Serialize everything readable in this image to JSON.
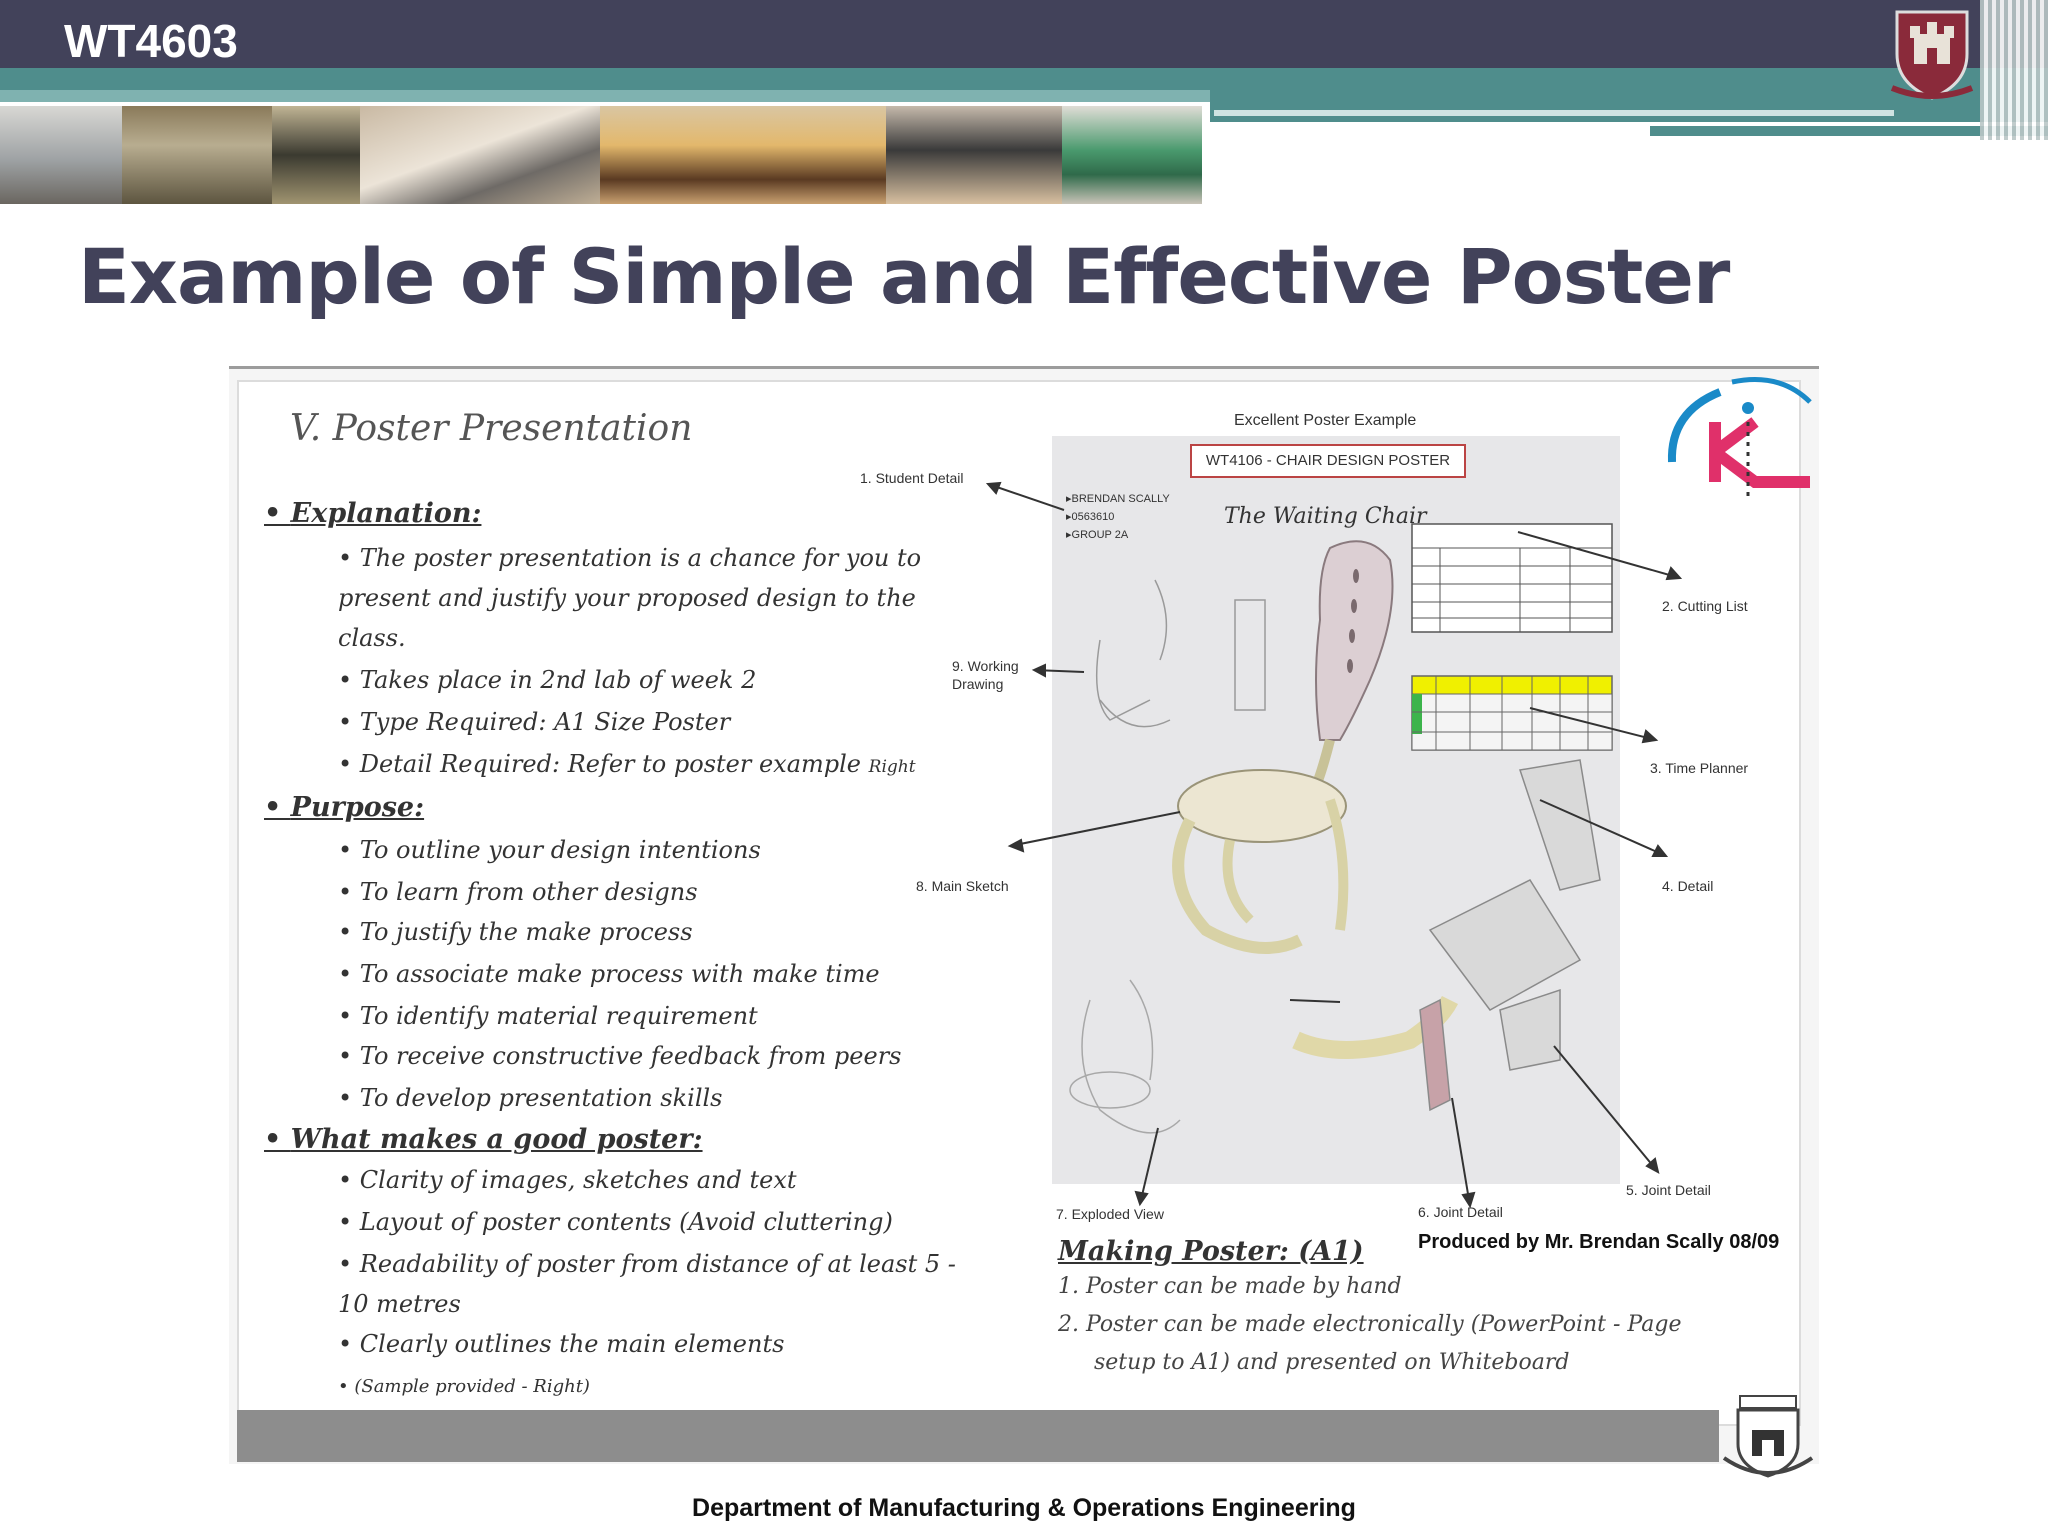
{
  "header": {
    "course_code": "WT4603"
  },
  "slide": {
    "title": "Example of Simple and Effective Poster"
  },
  "content": {
    "section_heading": "V. Poster Presentation",
    "explanation": {
      "heading": "Explanation:",
      "items": [
        "The poster presentation is a chance for you to",
        "present and justify your proposed design to the",
        "class.",
        "Takes place in 2nd lab of week 2",
        "Type Required: A1 Size Poster",
        "Detail Required: Refer to poster example",
        "Right"
      ]
    },
    "purpose": {
      "heading": "Purpose:",
      "items": [
        "To outline your design intentions",
        "To learn from other designs",
        "To justify the make process",
        "To associate make process with make time",
        "To identify material requirement",
        "To receive constructive feedback from peers",
        "To develop presentation skills"
      ]
    },
    "good_poster": {
      "heading": "What makes a good poster:",
      "items": [
        "Clarity of images, sketches and text",
        "Layout of poster contents (Avoid cluttering)",
        "Readability of poster from distance of at least 5 -",
        "10 metres",
        "Clearly outlines the main elements",
        "(Sample provided - Right)"
      ]
    },
    "poster_example": {
      "caption": "Excellent Poster Example",
      "box_title": "WT4106 - CHAIR DESIGN POSTER",
      "chair_title": "The Waiting Chair",
      "student_lines": [
        "BRENDAN SCALLY",
        "0563610",
        "GROUP 2A"
      ],
      "labels": {
        "student_detail": "1. Student Detail",
        "cutting_list": "2. Cutting List",
        "time_planner": "3. Time Planner",
        "detail": "4. Detail",
        "joint_detail_5": "5. Joint Detail",
        "joint_detail_6": "6. Joint Detail",
        "exploded_view": "7. Exploded View",
        "main_sketch": "8. Main Sketch",
        "working_drawing_1": "9. Working",
        "working_drawing_2": "Drawing"
      }
    },
    "produced_by": "Produced by Mr. Brendan Scally 08/09",
    "making": {
      "heading": "Making Poster: (A1)",
      "items": [
        "1.   Poster can be made by hand",
        "2.   Poster can be made electronically (PowerPoint - Page",
        "setup to A1) and presented on Whiteboard"
      ]
    }
  },
  "footer": {
    "department": "Department of Manufacturing & Operations Engineering"
  },
  "colors": {
    "header_bg": "#42425a",
    "teal": "#4f8d8c",
    "title": "#42425a",
    "grey_bar": "#8d8d8d"
  }
}
